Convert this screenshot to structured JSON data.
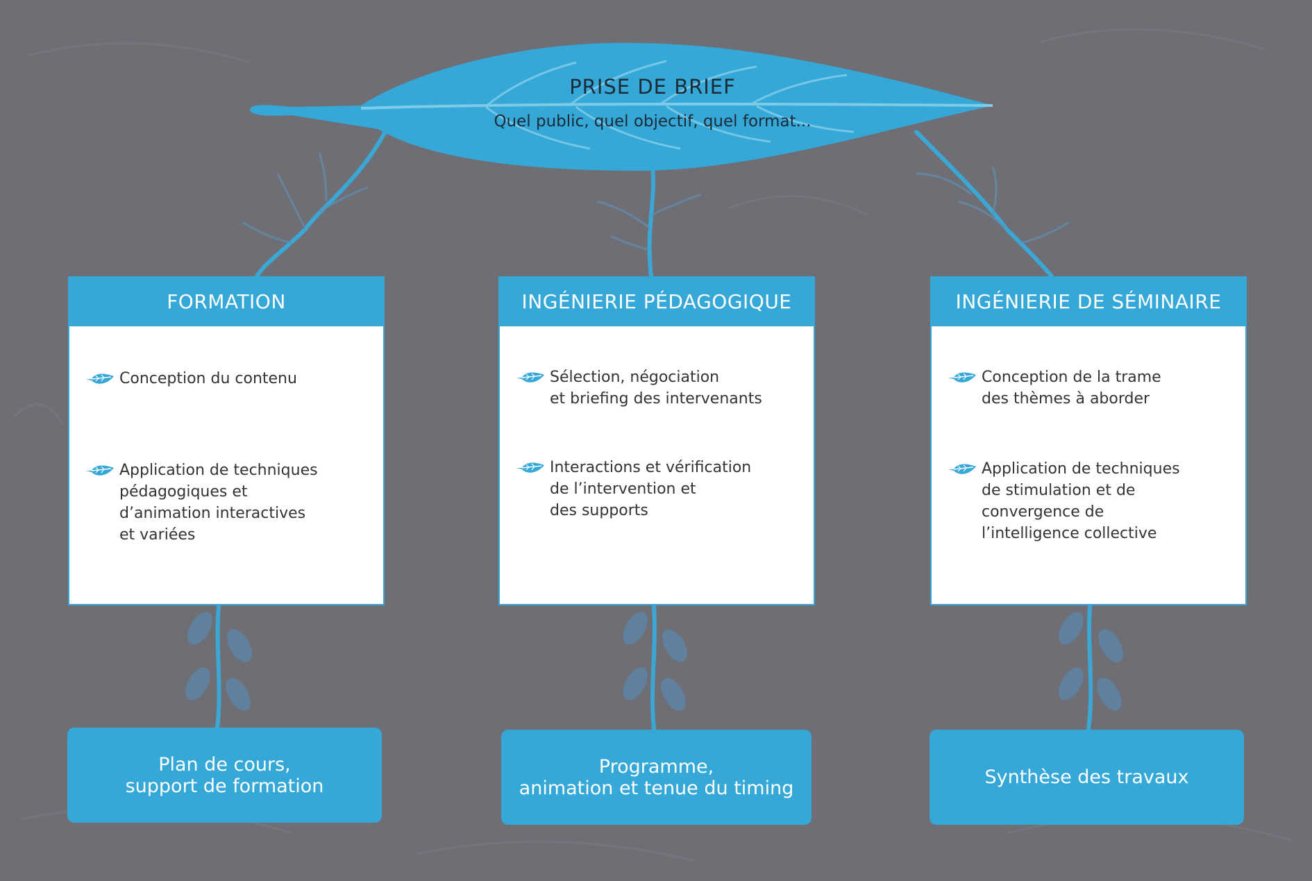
{
  "brief": {
    "title": "PRISE DE BRIEF",
    "subtitle": "Quel public, quel objectif, quel format..."
  },
  "columns": [
    {
      "title": "FORMATION",
      "items": [
        "Conception du contenu",
        "Application de techniques\npédagogiques et\nd’animation interactives\net variées"
      ],
      "output": "Plan de cours,\nsupport de formation"
    },
    {
      "title": "INGÉNIERIE PÉDAGOGIQUE",
      "items": [
        "Sélection, négociation\net briefing des intervenants",
        "Interactions et vérification\nde l’intervention et\ndes supports"
      ],
      "output": "Programme,\nanimation et tenue du timing"
    },
    {
      "title": "INGÉNIERIE DE SÉMINAIRE",
      "items": [
        "Conception de la trame\ndes thèmes à aborder",
        "Application de techniques\nde stimulation et de\nconvergence de\nl’intelligence collective"
      ],
      "output": "Synthèse des travaux"
    }
  ],
  "colors": {
    "background": "#6f6e75",
    "accent": "#35a8d8",
    "card": "#ffffff",
    "text_dark": "#1e2a35"
  },
  "icons": {
    "bullet": "leaf-icon",
    "header": "big-leaf-icon"
  }
}
